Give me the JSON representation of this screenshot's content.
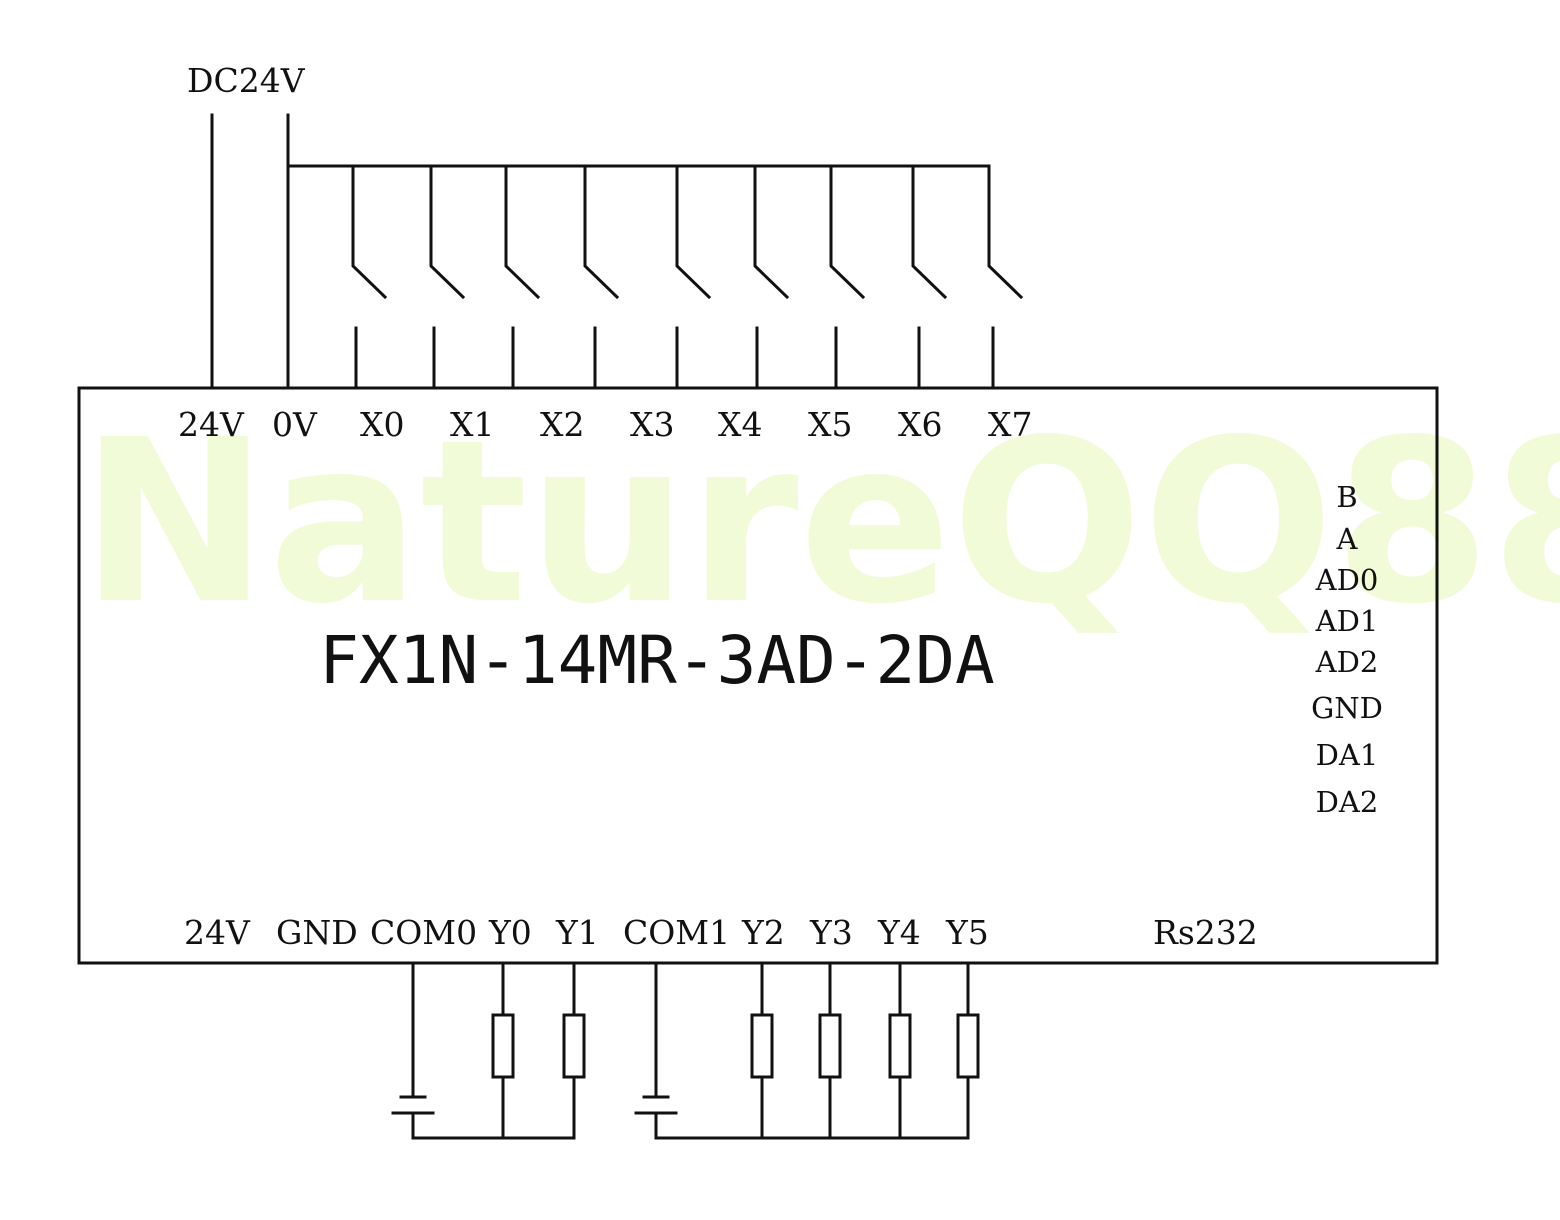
{
  "supply_label": "DC24V",
  "watermark": "NatureQQ88",
  "model": "FX1N-14MR-3AD-2DA",
  "top_terminals": [
    "24V",
    "0V",
    "X0",
    "X1",
    "X2",
    "X3",
    "X4",
    "X5",
    "X6",
    "X7"
  ],
  "right_terminals": [
    "B",
    "A",
    "AD0",
    "AD1",
    "AD2",
    "GND",
    "DA1",
    "DA2"
  ],
  "bottom_terminals": [
    "24V",
    "GND",
    "COM0",
    "Y0",
    "Y1",
    "COM1",
    "Y2",
    "Y3",
    "Y4",
    "Y5"
  ],
  "port_label": "Rs232"
}
